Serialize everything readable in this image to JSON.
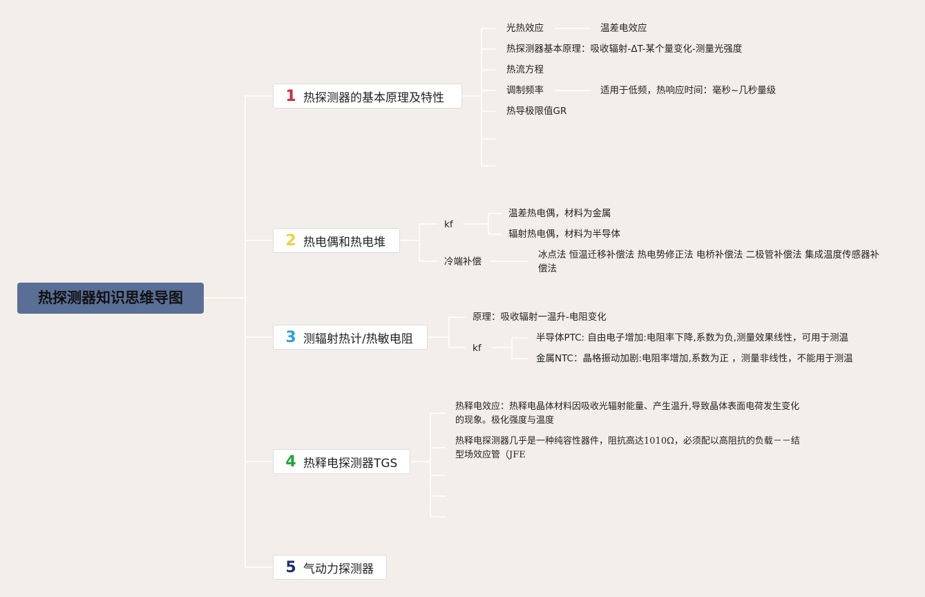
{
  "root": {
    "title": "热探测器知识思维导图",
    "color": "#5a6f96"
  },
  "branches": [
    {
      "number": "1",
      "number_color": "#d6263c",
      "title": "热探测器的基本原理及特性",
      "items": [
        {
          "label": "光热效应",
          "child": "温差电效应"
        },
        {
          "label": "热探测器基本原理：吸收辐射-ΔT-某个量变化-测量光强度"
        },
        {
          "label": "热流方程"
        },
        {
          "label": "调制频率",
          "child": "适用于低频，热响应时间：毫秒~几秒量级"
        },
        {
          "label": "热导极限值GR"
        }
      ]
    },
    {
      "number": "2",
      "number_color": "#f1cf3e",
      "title": "热电偶和热电堆",
      "groups": [
        {
          "label": "kf",
          "items": [
            "温差热电偶，材料为金属",
            "辐射热电偶，材料为半导体"
          ]
        },
        {
          "label": "冷端补偿",
          "items": [
            "冰点法 恒温迁移补偿法 热电势修正法 电桥补偿法 二极管补偿法 集成温度传感器补偿法"
          ]
        }
      ]
    },
    {
      "number": "3",
      "number_color": "#2aa0dd",
      "title": "测辐射热计/热敏电阻",
      "groups": [
        {
          "label": "原理：吸收辐射一温升-电阻变化",
          "items": []
        },
        {
          "label": "kf",
          "items": [
            "半导体PTC: 自由电子增加:电阻率下降,系数为负,测量效果线性，可用于测温",
            "金属NTC：晶格振动加剧:电阻率增加,系数为正 ，测量非线性，不能用于测温"
          ]
        }
      ]
    },
    {
      "number": "4",
      "number_color": "#22a33a",
      "title": "热释电探测器TGS",
      "items": [
        "热释电效应：热释电晶体材料因吸收光辐射能量、产生温升,导致晶体表面电荷发生变化的现象。极化强度与温度",
        "热释电探测器几乎是一种纯容性器件，阻抗高达1010Ω，必须配以高阻抗的负载－－结型场效应管（JFE"
      ]
    },
    {
      "number": "5",
      "number_color": "#1e2c7a",
      "title": "气动力探测器"
    }
  ]
}
